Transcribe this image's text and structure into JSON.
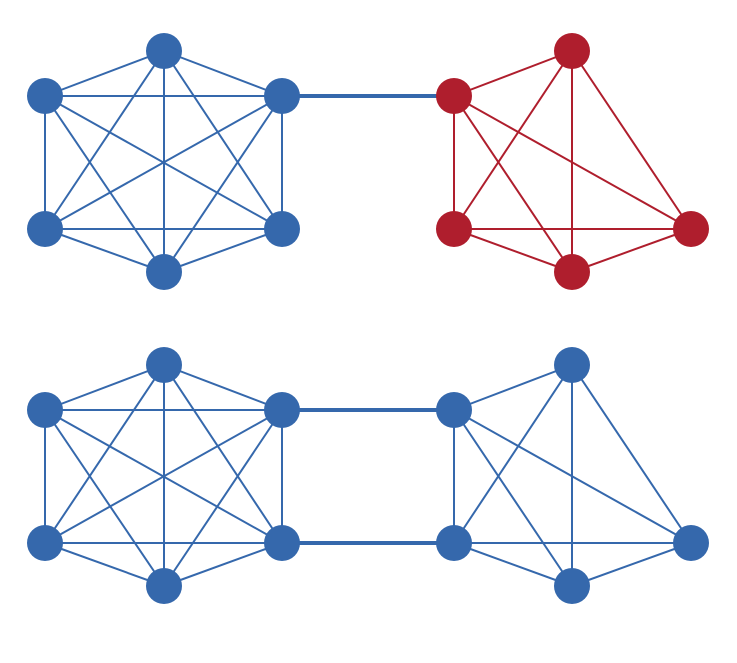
{
  "colors": {
    "background": "#ffffff",
    "blue": "#3568AC",
    "red": "#AF1E2D"
  },
  "graphs": [
    {
      "id": "top",
      "description_free": true,
      "clusters": [
        {
          "id": "left",
          "color": "blue",
          "complete": true,
          "nodes": [
            "a",
            "b",
            "c",
            "d",
            "e",
            "f"
          ]
        },
        {
          "id": "right",
          "color": "red",
          "complete": true,
          "nodes": [
            "g",
            "h",
            "i",
            "j",
            "k"
          ]
        }
      ],
      "bridges": [
        {
          "from": "c",
          "to": "g",
          "color": "blue",
          "weight": "heavy"
        }
      ]
    },
    {
      "id": "bottom",
      "clusters": [
        {
          "id": "left",
          "color": "blue",
          "complete": true,
          "nodes": [
            "a",
            "b",
            "c",
            "d",
            "e",
            "f"
          ]
        },
        {
          "id": "right",
          "color": "blue",
          "complete": true,
          "nodes": [
            "g",
            "h",
            "i",
            "j",
            "k"
          ]
        }
      ],
      "bridges": [
        {
          "from": "c",
          "to": "g",
          "color": "blue",
          "weight": "heavy"
        },
        {
          "from": "e",
          "to": "j",
          "color": "blue",
          "weight": "heavy"
        }
      ]
    }
  ]
}
